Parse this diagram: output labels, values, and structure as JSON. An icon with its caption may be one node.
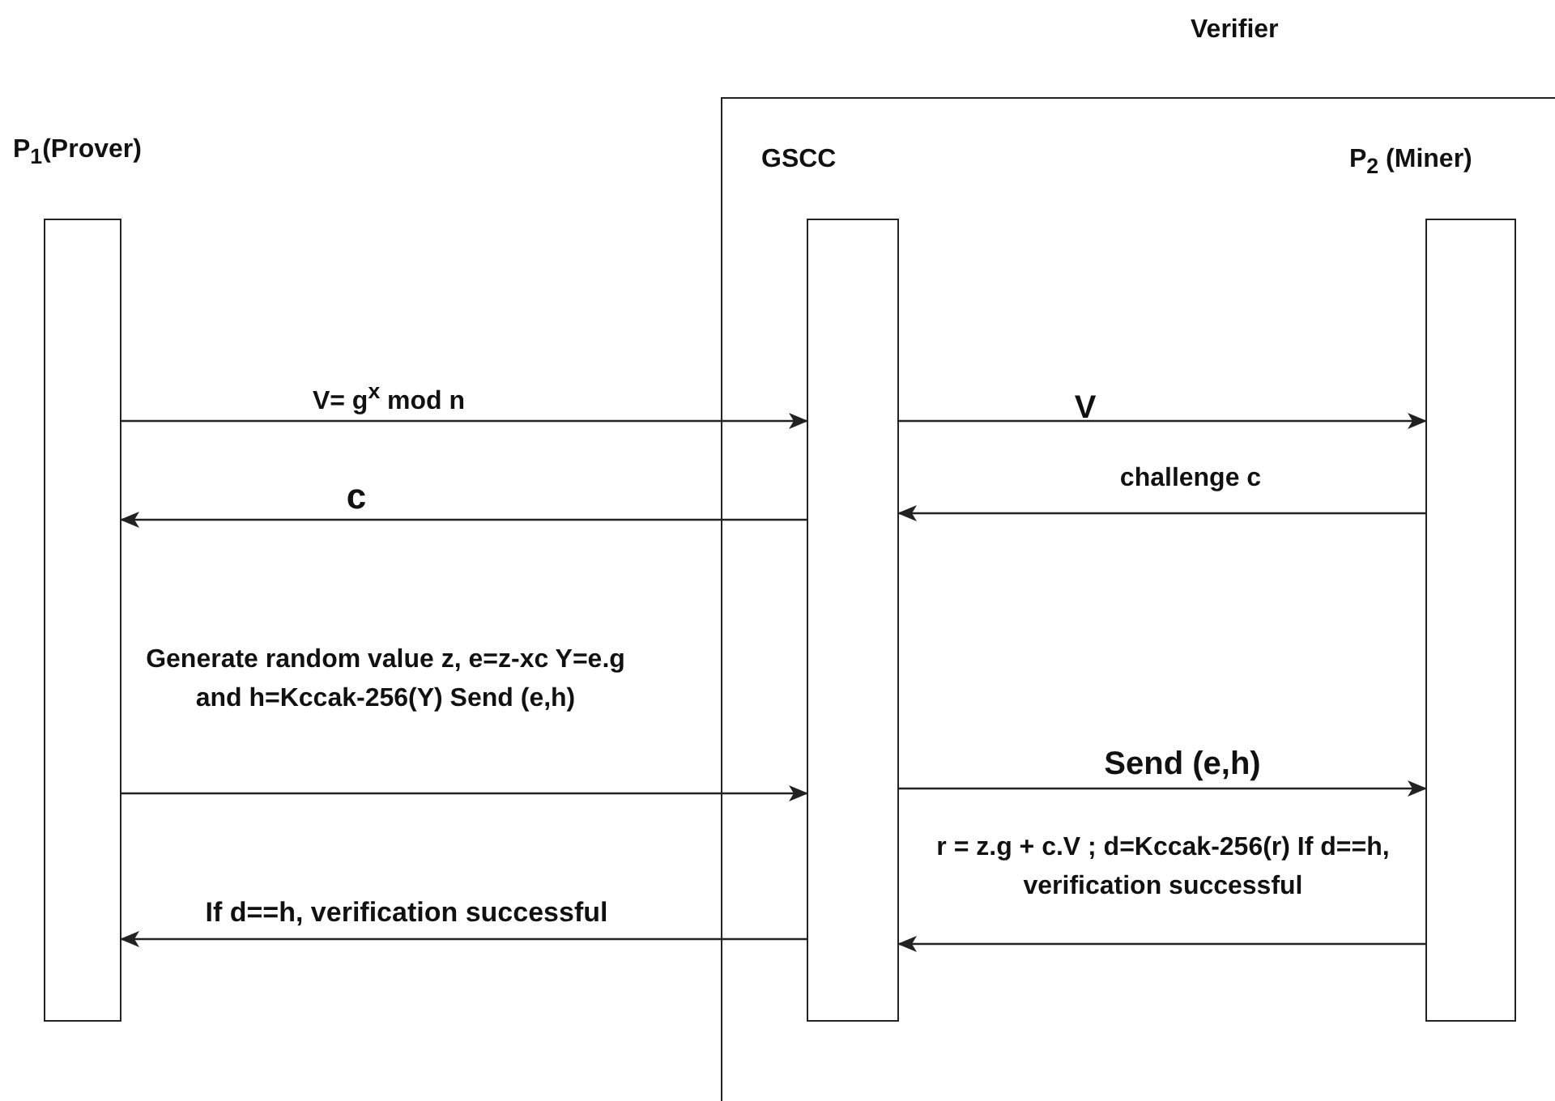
{
  "diagram": {
    "nodes": [
      {
        "text": [
          "Verifier"
        ]
      },
      {
        "text": [
          "P$_{1}$(Prover)"
        ]
      },
      {
        "text": [
          "GSCC"
        ],
        "in": 0
      },
      {
        "text": [
          "P$_{2}$ (Miner)"
        ],
        "in": 0
      }
    ],
    "edges": [
      {
        "from": 1,
        "to": 2,
        "arrow": "to",
        "label": "V= g$^{x}$  mod n"
      },
      {
        "from": 2,
        "to": 3,
        "arrow": "to",
        "label": "V"
      },
      {
        "from": 3,
        "to": 2,
        "arrow": "to",
        "label": "challenge c"
      },
      {
        "from": 2,
        "to": 1,
        "arrow": "to",
        "label": "c"
      },
      {
        "from": 1,
        "to": 2,
        "arrow": "to",
        "label": "Generate random value z, e=z-xc Y=e.g and  h=Kccak-256(Y) Send (e,h)"
      },
      {
        "from": 2,
        "to": 3,
        "arrow": "to",
        "label": "Send (e,h)"
      },
      {
        "from": 3,
        "to": 2,
        "arrow": "to",
        "label": "r = z.g + c.V ; d=Kccak-256(r) If d==h, verification successful"
      },
      {
        "from": 2,
        "to": 1,
        "arrow": "to",
        "label": "If d==h, verification successful"
      }
    ]
  }
}
